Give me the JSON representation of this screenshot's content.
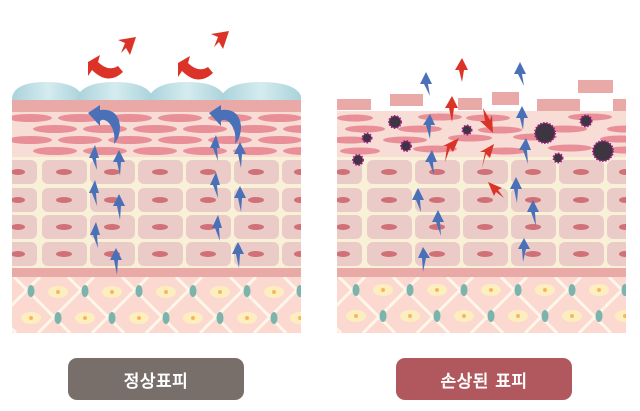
{
  "panels": [
    {
      "id": "normal",
      "label": "정상표피",
      "label_color": "#786f6b",
      "description": "Intact skin barrier: lipid layer on top deflects external irritants (red arrows); moisture (blue arrows) circulates inside."
    },
    {
      "id": "damaged",
      "label": "손상된 표피",
      "label_color": "#b0585d",
      "description": "Damaged skin barrier: broken stratum corneum lets irritants/germs (red arrows, dark spiked particles) in and moisture (blue arrows) escape."
    }
  ],
  "colors": {
    "lipid_layer": "#b9dde3",
    "stratum_corneum": "#e9aaa7",
    "granular_bg": "#f8dcd6",
    "granular_cell": "#e88f98",
    "spinous_bg": "#f9f0d8",
    "spinous_cell": "#ebcbc8",
    "nucleus": "#d07077",
    "basement": "#e9aaa7",
    "dermis_bg": "#fbd9d0",
    "dermis_line": "#fff6ea",
    "dermis_teal": "#7bb3ad",
    "dermis_yellow": "#fdeec0",
    "irritant_arrow": "#db3328",
    "moisture_arrow": "#4a71b8",
    "germ": "#3d3540",
    "germ_ring": "#a11a86"
  }
}
